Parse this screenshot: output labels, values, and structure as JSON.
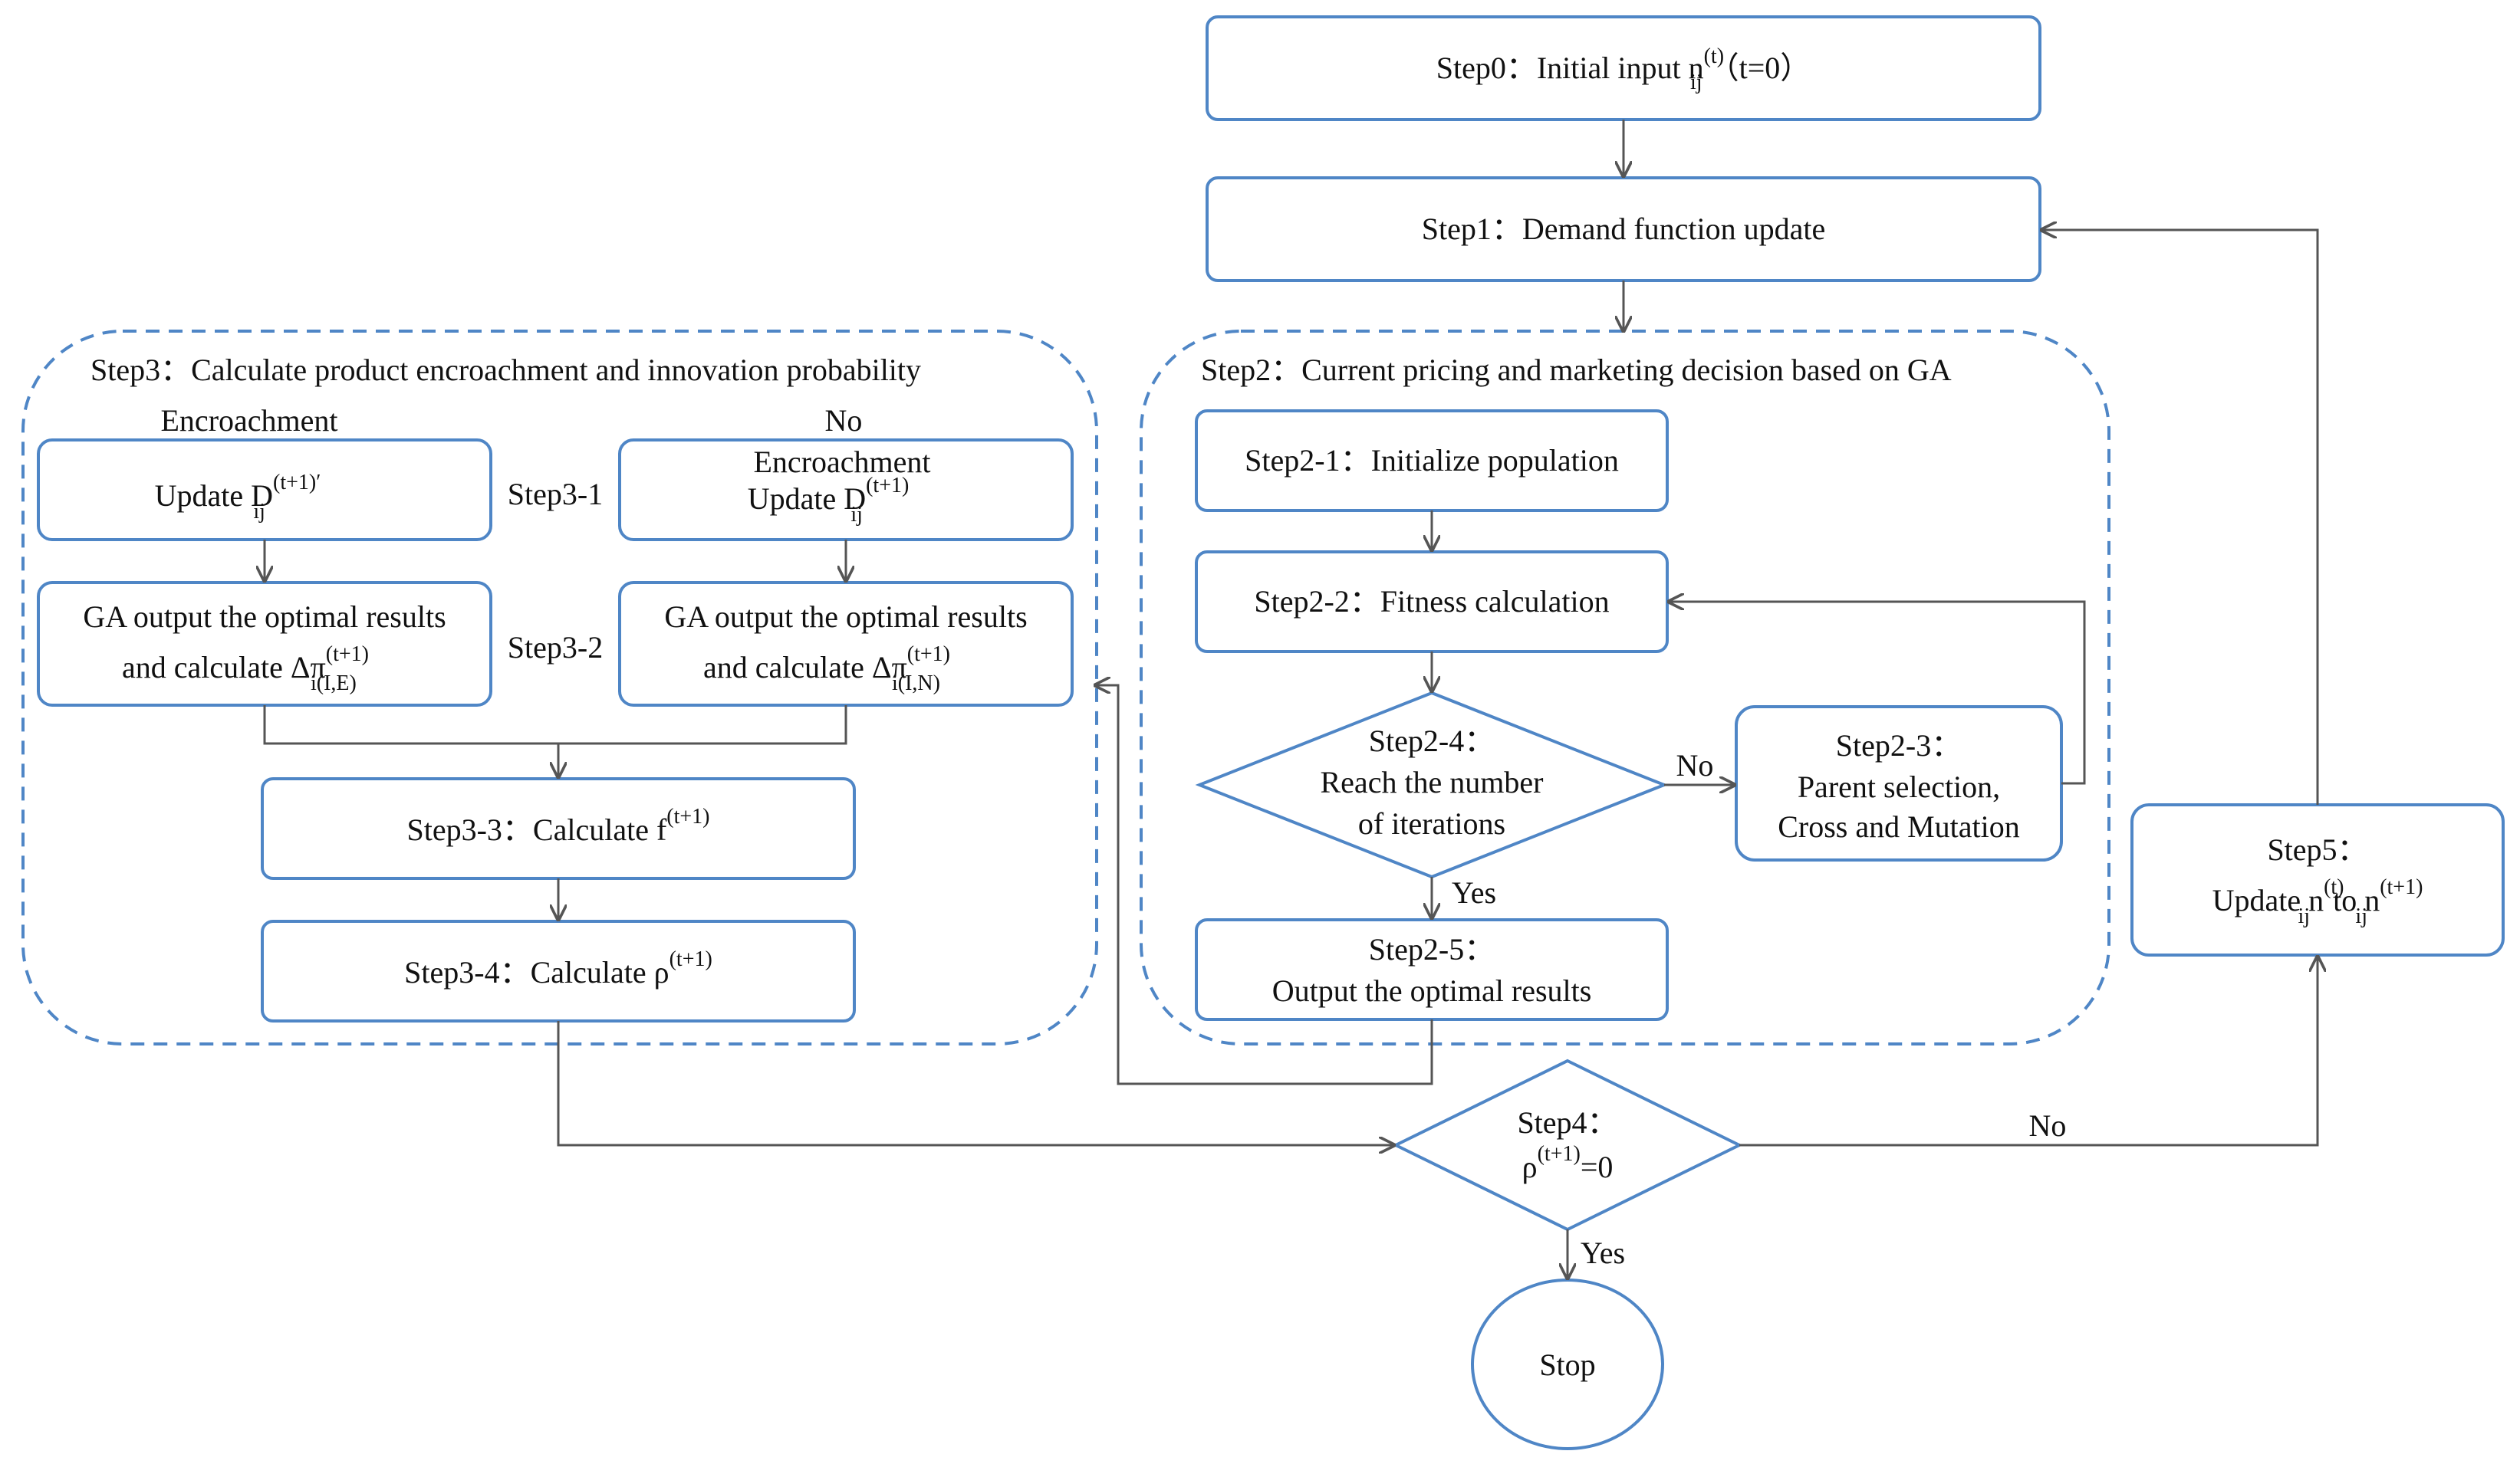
{
  "colors": {
    "box_stroke": "#4f86c6",
    "arrow": "#555555",
    "background": "#ffffff"
  },
  "groups": {
    "step3": "Step3：Calculate product encroachment and innovation probability",
    "step2": "Step2：Current pricing and marketing decision based on GA"
  },
  "nodes": {
    "step0": {
      "main": "Step0：Initial input n",
      "sup": "(t)",
      "sub": "ij",
      "tail": "（t=0）"
    },
    "step1": "Step1：Demand function update",
    "step2_1": "Step2-1：Initialize population",
    "step2_2": "Step2-2：Fitness calculation",
    "step2_4": [
      "Step2-4：",
      "Reach the number",
      "of iterations"
    ],
    "step2_3": [
      "Step2-3：",
      "Parent selection,",
      "Cross and Mutation"
    ],
    "step2_5": [
      "Step2-5：",
      "Output the optimal results"
    ],
    "step3_left_update": {
      "main": "Update D",
      "sup": "(t+1)′",
      "sub": "ij"
    },
    "step3_right_update": {
      "prefix": "Encroachment",
      "main": "Update D",
      "sup": "(t+1)",
      "sub": "ij"
    },
    "step3_left_ga": {
      "line1": "GA output the optimal results",
      "main": "and calculate Δπ",
      "sup": "(t+1)",
      "sub": "i(I,E)"
    },
    "step3_right_ga": {
      "line1": "GA output the optimal results",
      "main": "and calculate Δπ",
      "sup": "(t+1)",
      "sub": "i(I,N)"
    },
    "step3_3": {
      "main": "Step3-3：Calculate f",
      "sup": "(t+1)"
    },
    "step3_4": {
      "main": "Step3-4：Calculate ρ",
      "sup": "(t+1)"
    },
    "step4": {
      "line1": "Step4：",
      "main": "ρ",
      "sup": "(t+1)",
      "tail": "=0"
    },
    "step5": {
      "line1": "Step5：",
      "main": "Update n",
      "sup": "(t)",
      "sub": "ij",
      "mid": " to n",
      "sup2": "(t+1)",
      "sub2": "ij"
    },
    "stop": "Stop"
  },
  "labels": {
    "encroachment": "Encroachment",
    "no_top": "No",
    "step3_1": "Step3-1",
    "step3_2": "Step3-2",
    "no_iter": "No",
    "yes_iter": "Yes",
    "no_step4": "No",
    "yes_step4": "Yes"
  }
}
